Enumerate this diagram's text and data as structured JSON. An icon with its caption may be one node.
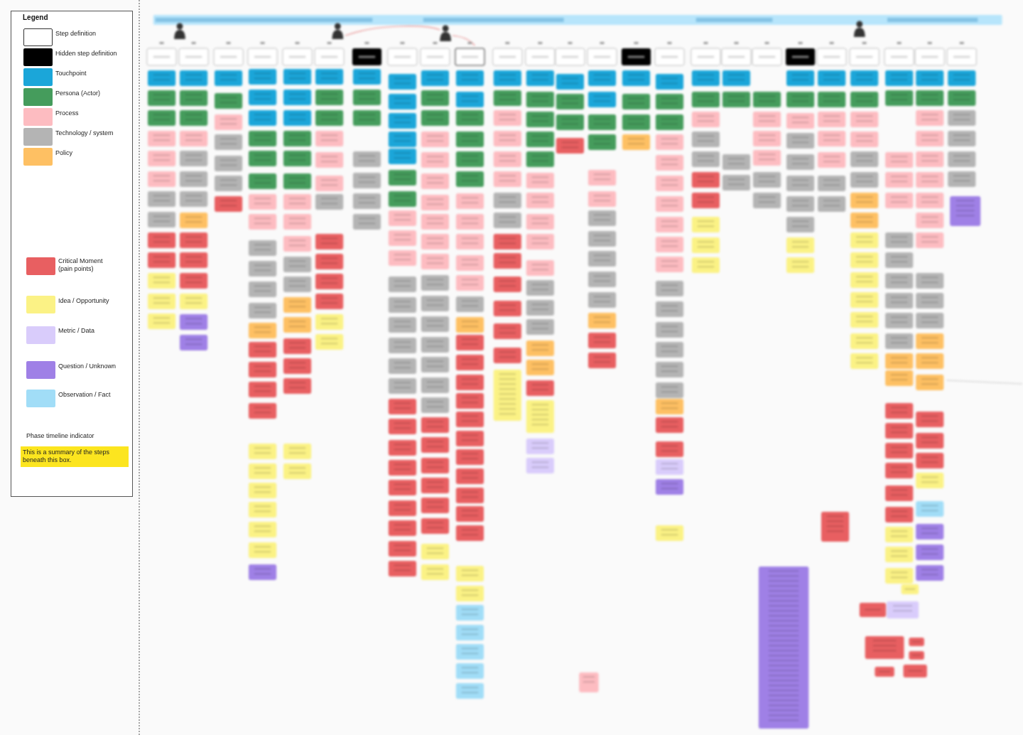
{
  "diagram": {
    "nodes": [
      {
        "text": [
          "Legend"
        ]
      },
      {
        "text": [
          "This is a summary of the steps beneath this box."
        ],
        "in": 0
      }
    ],
    "legend": [
      {
        "text": "Step definition",
        "color": "#ffffff"
      },
      {
        "text": "Hidden step definition",
        "color": "#000000"
      },
      {
        "text": "Touchpoint",
        "color": "#1ba6d9"
      },
      {
        "text": "Persona (Actor)",
        "color": "#459c5c"
      },
      {
        "text": "Process",
        "color": "#fdbcc1"
      },
      {
        "text": "Technology / system",
        "color": "#b4b4b4"
      },
      {
        "text": "Policy",
        "color": "#fec063"
      },
      {
        "text": "Critical Moment (pain points)",
        "color": "#e85f61"
      },
      {
        "text": "Idea / Opportunity",
        "color": "#fbf285"
      },
      {
        "text": "Metric / Data",
        "color": "#d9ccfb"
      },
      {
        "text": "Question / Unknown",
        "color": "#9f80e6"
      },
      {
        "text": "Observation / Fact",
        "color": "#a1ddf7"
      },
      {
        "text": "Phase timeline indicator"
      }
    ]
  }
}
